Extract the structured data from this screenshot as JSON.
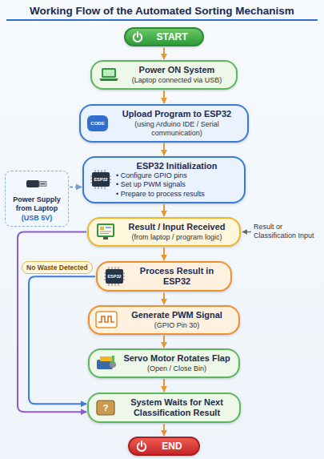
{
  "diagram": {
    "title": "Working Flow of the Automated Sorting Mechanism",
    "nodes": [
      {
        "text": [
          "START"
        ]
      },
      {
        "text": [
          "Power ON System",
          "(Laptop connected via USB)"
        ]
      },
      {
        "text": [
          "Upload Program to ESP32",
          "(using Arduino IDE / Serial communication)"
        ]
      },
      {
        "text": [
          "ESP32 Initialization",
          "• Configure GPIO pins",
          "• Set up PWM signals",
          "• Prepare to process results"
        ]
      },
      {
        "text": [
          "Power Supply from Laptop",
          "(USB 5V)"
        ]
      },
      {
        "text": [
          "Result / Input Received",
          "(from laptop / program logic)"
        ]
      },
      {
        "text": [
          "Process Result in ESP32"
        ]
      },
      {
        "text": [
          "Generate PWM Signal",
          "(GPIO Pin 30)"
        ]
      },
      {
        "text": [
          "Servo Motor Rotates Flap",
          "(Open / Close Bin)"
        ]
      },
      {
        "text": [
          "System Waits for Next Classification Result"
        ]
      },
      {
        "text": [
          "END"
        ]
      }
    ],
    "edges": [
      {
        "from": 0,
        "to": 1,
        "arrow": "to"
      },
      {
        "from": 1,
        "to": 2,
        "arrow": "to"
      },
      {
        "from": 2,
        "to": 3,
        "arrow": "to"
      },
      {
        "from": 4,
        "to": 3,
        "arrow": "to"
      },
      {
        "from": 3,
        "to": 5,
        "arrow": "to"
      },
      {
        "from": 5,
        "to": 6,
        "arrow": "to"
      },
      {
        "from": 6,
        "to": 7,
        "arrow": "to"
      },
      {
        "from": 7,
        "to": 8,
        "arrow": "to"
      },
      {
        "from": 8,
        "to": 9,
        "arrow": "to"
      },
      {
        "from": 6,
        "to": 9,
        "label": "No Waste Detected",
        "arrow": "to"
      },
      {
        "from": 5,
        "to": 9,
        "arrow": "to"
      },
      {
        "from": 9,
        "to": 10,
        "arrow": "to"
      }
    ],
    "labels": [
      "CODE",
      "ESP32",
      "ESP32",
      "Result or Classification Input",
      "?"
    ]
  }
}
